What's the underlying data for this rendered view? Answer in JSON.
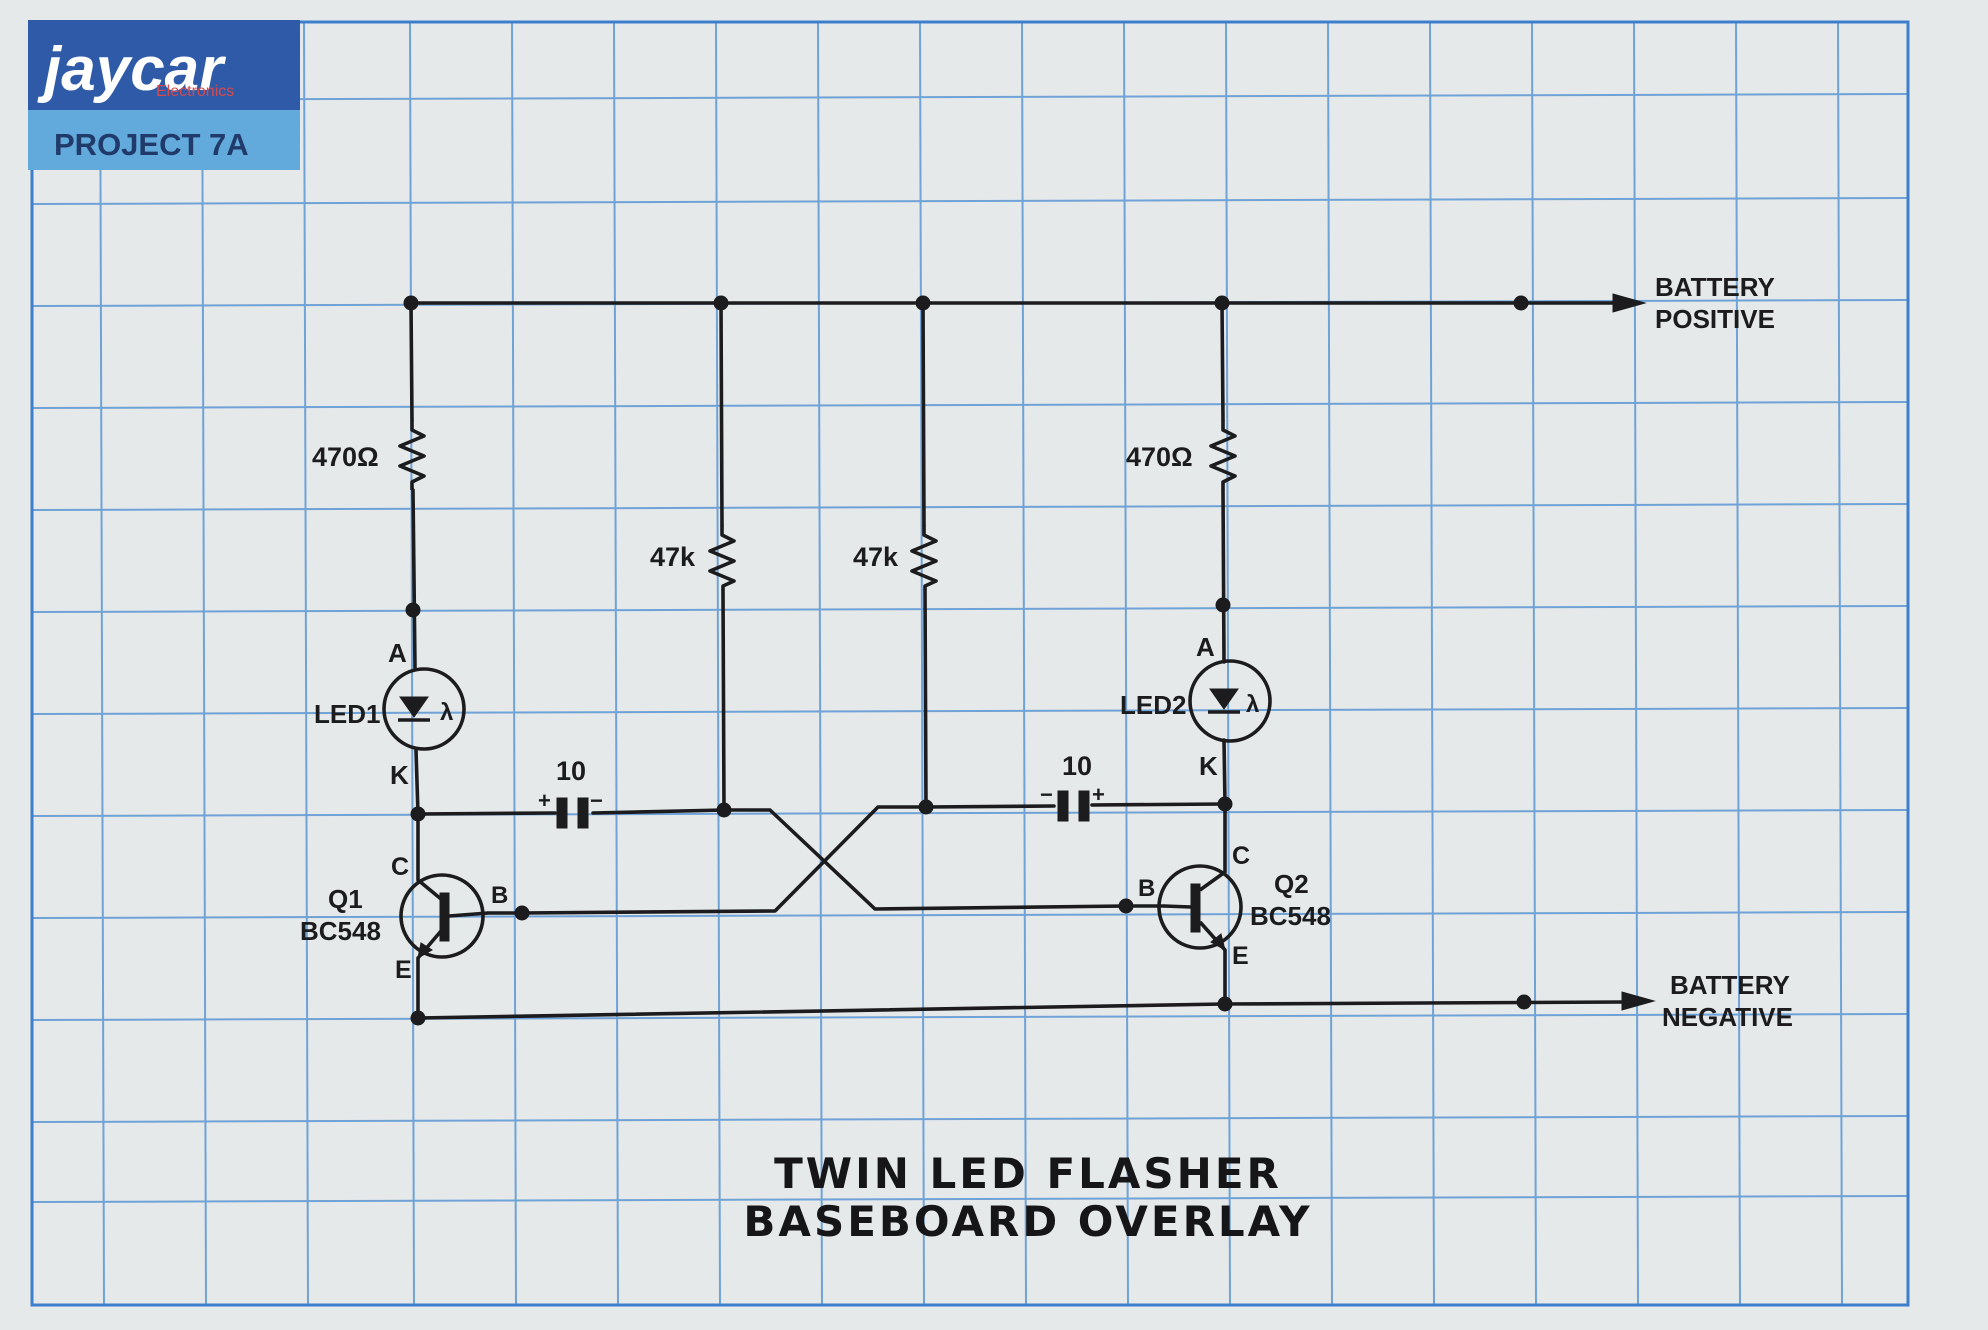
{
  "brand": {
    "logo_text": "jaycar",
    "logo_subtext": "Electronics",
    "project": "PROJECT 7A",
    "logo_bg": "#2f5aa8",
    "project_bg": "#62a9dc"
  },
  "colors": {
    "paper": "#e6e9ea",
    "grid": "#6fa2d6",
    "ink": "#1c1c1e"
  },
  "rails": {
    "positive": [
      "BATTERY",
      "POSITIVE"
    ],
    "negative": [
      "BATTERY",
      "NEGATIVE"
    ]
  },
  "components": {
    "r1": "470Ω",
    "r2": "470Ω",
    "r3": "47k",
    "r4": "47k",
    "c1": "10",
    "c2": "10",
    "c1_pos": "+",
    "c1_neg": "−",
    "c2_pos": "+",
    "c2_neg": "−",
    "led1": "LED1",
    "led2": "LED2",
    "led_symbol": "λ",
    "anode": "A",
    "cathode": "K",
    "q1_name": "Q1",
    "q1_part": "BC548",
    "q2_name": "Q2",
    "q2_part": "BC548",
    "collector": "C",
    "base": "B",
    "emitter": "E"
  },
  "title": [
    "TWIN LED FLASHER",
    "BASEBOARD OVERLAY"
  ]
}
